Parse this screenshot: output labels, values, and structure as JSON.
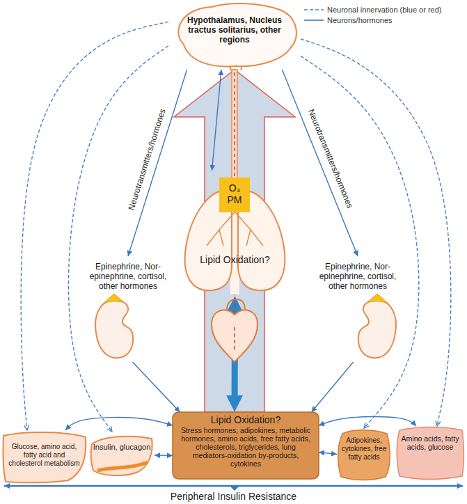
{
  "diagram": {
    "nodes": [
      {
        "text": [
          "Hypothalamus, Nucleus tractus solitarius, other regions"
        ]
      },
      {
        "text": [
          "Lipid Oxidation?"
        ]
      },
      {
        "text": [
          "O₃ PM"
        ],
        "in": 1
      },
      {
        "text": [
          "Epinephrine, Nor-epinephrine, cortisol, other hormones"
        ]
      },
      {
        "text": [
          "Epinephrine, Nor-epinephrine, cortisol, other hormones"
        ]
      },
      {
        "text": [
          "Lipid Oxidation?",
          "Stress hormones, adipokines, metabolic hormones, amino acids, free fatty acids, cholesterols, triglycerides, lung mediators-oxidation by-products, cytokines"
        ]
      },
      {
        "text": [
          "Glucose, amino acid, fatty acid and cholesterol metabolism"
        ]
      },
      {
        "text": [
          "Insulin, glucagon"
        ]
      },
      {
        "text": [
          "Adipokines, cytokines, free fatty acids"
        ]
      },
      {
        "text": [
          "Amino acids, fatty acids, glucose"
        ]
      }
    ],
    "edges": [
      {
        "from": 0,
        "to": 3,
        "arrow": "to"
      },
      {
        "from": 0,
        "to": 4,
        "arrow": "to"
      },
      {
        "from": 1,
        "to": 0,
        "arrow": "both"
      },
      {
        "from": 1,
        "to": 5,
        "arrow": "both"
      },
      {
        "from": 5,
        "to": 0,
        "arrow": "to"
      },
      {
        "from": 3,
        "to": 5,
        "arrow": "to"
      },
      {
        "from": 4,
        "to": 5,
        "arrow": "to"
      },
      {
        "from": 0,
        "to": 6,
        "arrow": "to"
      },
      {
        "from": 0,
        "to": 7,
        "arrow": "to"
      },
      {
        "from": 0,
        "to": 8,
        "arrow": "to"
      },
      {
        "from": 0,
        "to": 9,
        "arrow": "to"
      },
      {
        "from": 5,
        "to": 6,
        "arrow": "both"
      },
      {
        "from": 5,
        "to": 7,
        "arrow": "both"
      },
      {
        "from": 5,
        "to": 8,
        "arrow": "both"
      },
      {
        "from": 5,
        "to": 9,
        "arrow": "both"
      }
    ],
    "labels": [
      "Neurotransmitters/hormones",
      "Neurotransmitters/hormones",
      "Peripheral Insulin Resistance"
    ],
    "legend": [
      {
        "text": "Neuronal innervation (blue or red)"
      },
      {
        "text": "Neurons/hormones"
      }
    ]
  }
}
